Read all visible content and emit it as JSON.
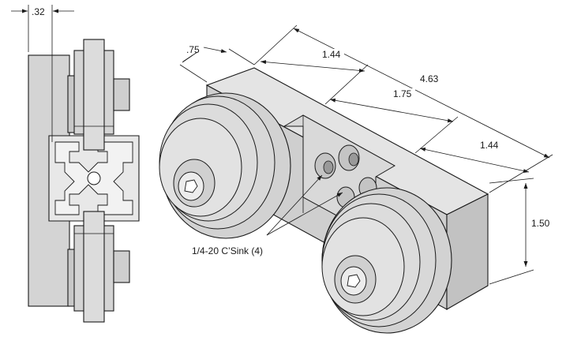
{
  "dimensions": {
    "side_offset": ".32",
    "plate_depth": ".75",
    "overall_length": "4.63",
    "left_section": "1.44",
    "center_section": "1.75",
    "right_section": "1.44",
    "height": "1.50"
  },
  "callouts": {
    "countersink": "1/4-20 C’Sink (4)"
  },
  "colors": {
    "part_fill": "#d4d4d4",
    "part_dark": "#c2c2c2",
    "part_light": "#e4e4e4",
    "line": "#1a1a1a",
    "background": "#ffffff"
  }
}
